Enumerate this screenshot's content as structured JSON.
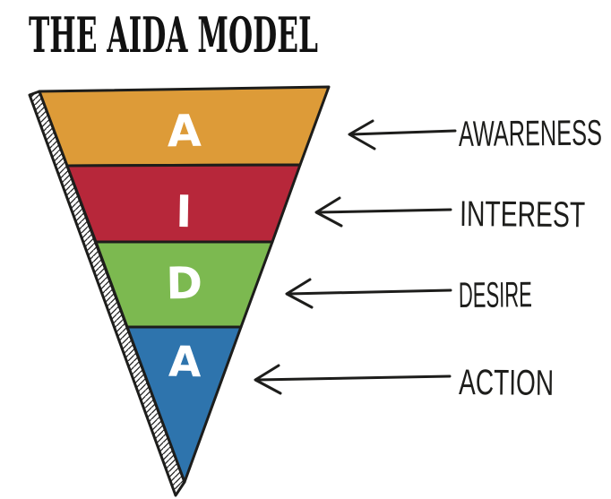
{
  "title": "THE AIDA MODEL",
  "colors": {
    "background": "#FFFFFF",
    "outline": "#1D1D1B",
    "funnel_letter": "#FFFFFF",
    "hatch_line": "#222222"
  },
  "funnel": {
    "stages": [
      {
        "letter": "A",
        "label": "AWARENESS",
        "color": "#DD9B38"
      },
      {
        "letter": "I",
        "label": "INTEREST",
        "color": "#B7273A"
      },
      {
        "letter": "D",
        "label": "DESIRE",
        "color": "#7CB950"
      },
      {
        "letter": "A",
        "label": "ACTION",
        "color": "#2E74AD"
      }
    ]
  }
}
